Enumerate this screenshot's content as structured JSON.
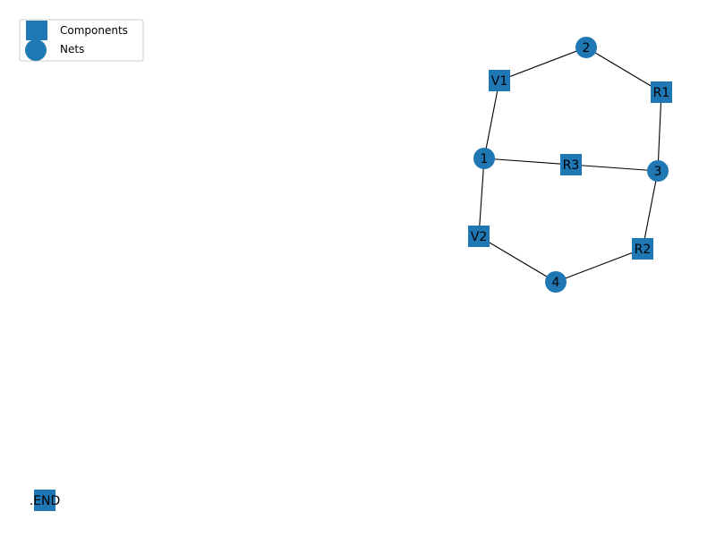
{
  "diagram": {
    "colors": {
      "node": "#1f77b4",
      "edge": "#000000",
      "legend_border": "#cccccc"
    },
    "legend": {
      "items": [
        {
          "label": "Components",
          "shape": "square"
        },
        {
          "label": "Nets",
          "shape": "circle"
        }
      ]
    },
    "nodes": [
      {
        "id": "V1",
        "kind": "component"
      },
      {
        "id": "R1",
        "kind": "component"
      },
      {
        "id": "R3",
        "kind": "component"
      },
      {
        "id": "V2",
        "kind": "component"
      },
      {
        "id": "R2",
        "kind": "component"
      },
      {
        "id": ".END",
        "kind": "component"
      },
      {
        "id": "2",
        "kind": "net"
      },
      {
        "id": "1",
        "kind": "net"
      },
      {
        "id": "3",
        "kind": "net"
      },
      {
        "id": "4",
        "kind": "net"
      }
    ],
    "edges": [
      [
        "V1",
        "2"
      ],
      [
        "2",
        "R1"
      ],
      [
        "V1",
        "1"
      ],
      [
        "R1",
        "3"
      ],
      [
        "1",
        "R3"
      ],
      [
        "R3",
        "3"
      ],
      [
        "1",
        "V2"
      ],
      [
        "3",
        "R2"
      ],
      [
        "V2",
        "4"
      ],
      [
        "4",
        "R2"
      ]
    ]
  }
}
